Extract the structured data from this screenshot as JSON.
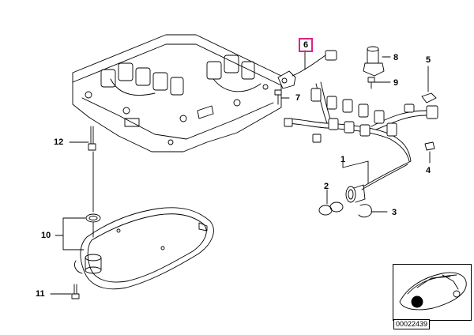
{
  "callouts": {
    "c1": "1",
    "c2": "2",
    "c3": "3",
    "c4": "4",
    "c5": "5",
    "c6": "6",
    "c7": "7",
    "c8": "8",
    "c9": "9",
    "c10": "10",
    "c11": "11",
    "c12": "12"
  },
  "highlight_color": "#e0218a",
  "reference": {
    "code": "00022439"
  }
}
